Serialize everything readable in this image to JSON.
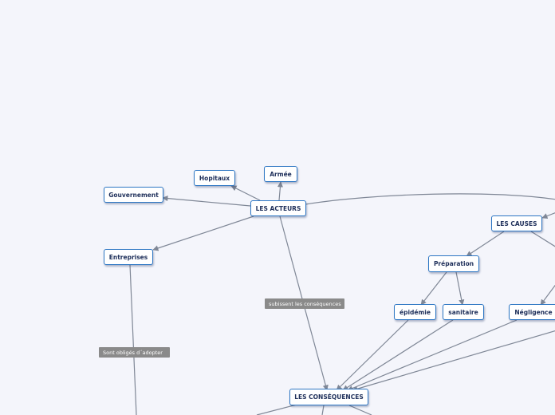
{
  "colors": {
    "background": "#f4f5fb",
    "node_border": "#2e77c4",
    "node_text": "#1e2f5a",
    "edge": "#7f8796",
    "edge_label_bg": "#8a8a8a"
  },
  "nodes": {
    "armee": "Armée",
    "hopitaux": "Hopitaux",
    "gouvernement": "Gouvernement",
    "acteurs": "LES ACTEURS",
    "entreprises": "Entreprises",
    "causes": "LES CAUSES",
    "preparation": "Préparation",
    "epidemie": "épidémie",
    "sanitaire": "sanitaire",
    "negligence": "Négligence",
    "consequences": "LES CONSÉQUENCES"
  },
  "edge_labels": {
    "subissent": "subissent les conséquences",
    "obliges": "Sont obligés d´adopter"
  }
}
